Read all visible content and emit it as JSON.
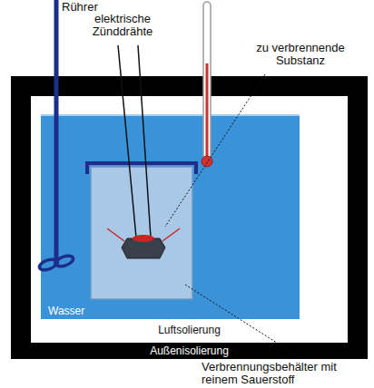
{
  "diagram": {
    "nodes": [
      {
        "text": [
          "Außenisolierung"
        ]
      },
      {
        "text": [
          "Luftsolierung"
        ],
        "in": 0
      },
      {
        "text": [
          "Wasser"
        ],
        "in": 1
      }
    ],
    "labels": [
      "Rührer",
      "elektrische Zünddrähte",
      "zu verbrennende Substanz",
      "Verbrennungsbehälter mit reinem Sauerstoff"
    ]
  }
}
